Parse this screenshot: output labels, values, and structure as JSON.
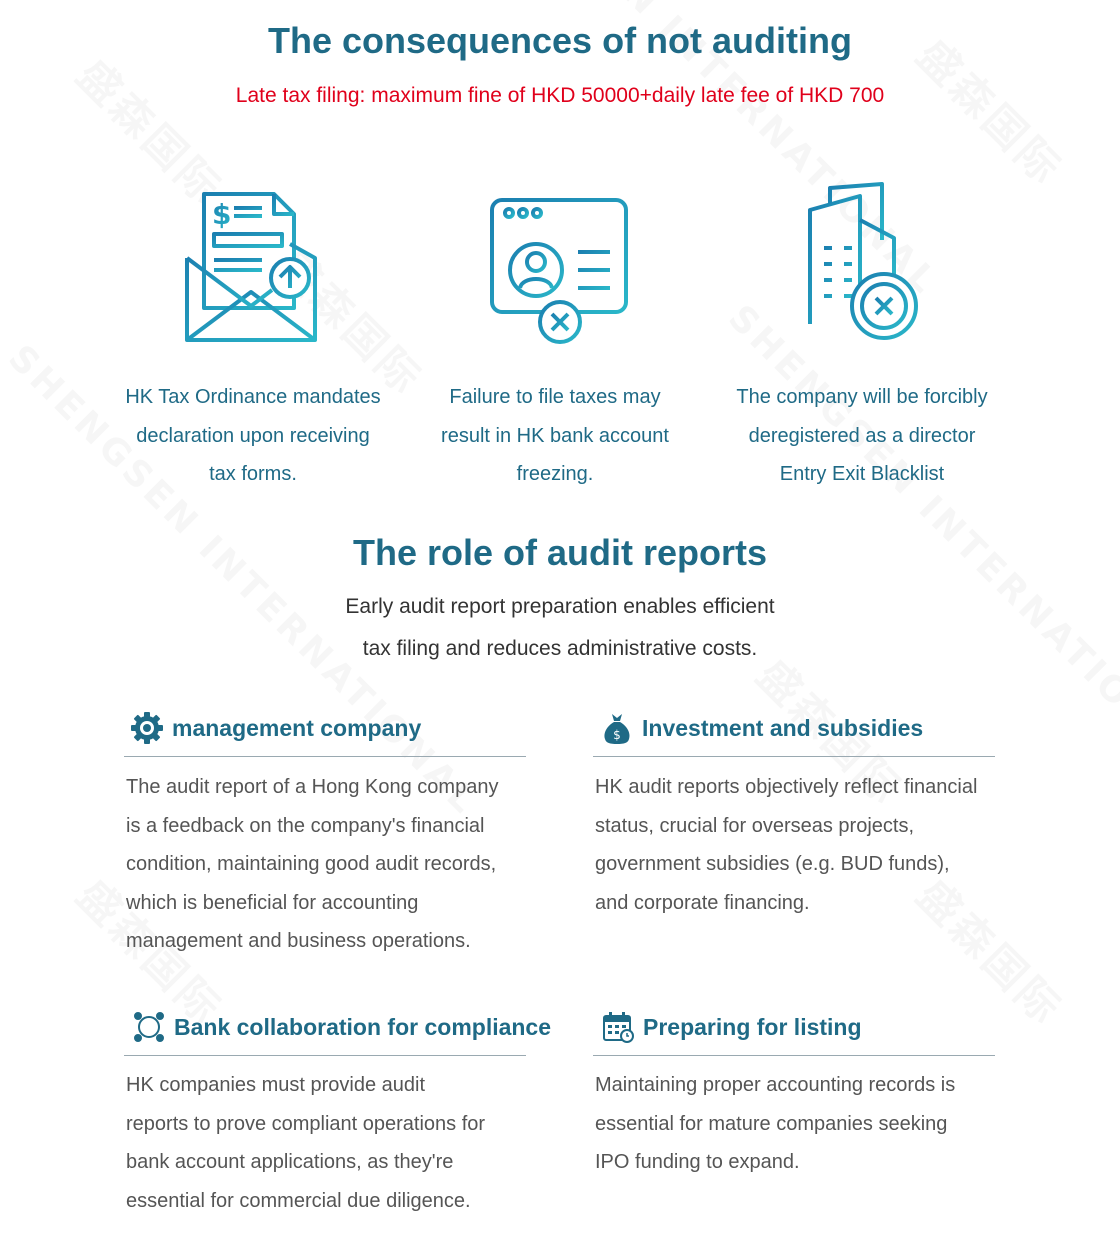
{
  "heading_consequences": "The consequences of not auditing",
  "penalty": "Late tax filing: maximum fine of HKD 50000+daily late fee of HKD 700",
  "consequences": [
    {
      "lines": [
        "HK Tax Ordinance mandates",
        "declaration upon receiving",
        "tax forms."
      ]
    },
    {
      "lines": [
        "Failure to file taxes may",
        "result in HK bank account",
        "freezing."
      ]
    },
    {
      "lines": [
        "The company will be forcibly",
        "deregistered as a director",
        "Entry Exit Blacklist"
      ]
    }
  ],
  "heading_role": "The role of audit reports",
  "role_intro": [
    "Early audit report preparation enables efficient",
    "tax filing and reduces administrative costs."
  ],
  "sections": [
    {
      "title": "management company",
      "icon": "gear-icon",
      "lines": [
        "The audit report of a Hong Kong company",
        "is a feedback on the company's financial",
        "condition, maintaining good audit records,",
        "which is beneficial for accounting",
        "management and business operations."
      ]
    },
    {
      "title": "Investment and subsidies",
      "icon": "money-bag-icon",
      "lines": [
        "HK audit reports objectively reflect financial",
        "status, crucial for overseas projects,",
        "government subsidies (e.g. BUD funds),",
        "and corporate financing."
      ]
    },
    {
      "title": "Bank collaboration for compliance",
      "icon": "network-icon",
      "lines": [
        "HK companies must provide audit",
        "reports to prove compliant operations for",
        "bank account applications, as they're",
        "essential for commercial due diligence."
      ]
    },
    {
      "title": "Preparing for listing",
      "icon": "calendar-icon",
      "lines": [
        "Maintaining proper accounting records is",
        "essential for mature companies seeking",
        "IPO funding to expand."
      ]
    }
  ],
  "watermark": [
    "盛森国际",
    "SHENGSEN INTERNATIONAL"
  ],
  "colors": {
    "primary": "#1f6a86",
    "icon_gradient_start": "#1b7fb0",
    "icon_gradient_end": "#2ab7c9",
    "alert": "#e0001b"
  }
}
